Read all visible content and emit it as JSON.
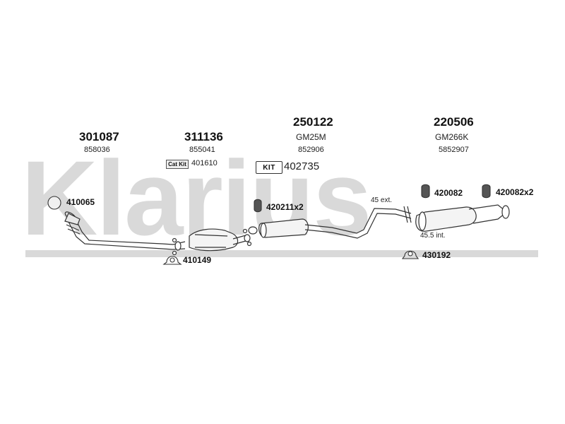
{
  "watermark": {
    "text": "Klarius",
    "color": "#d6d6d6"
  },
  "groups": [
    {
      "main": "301087",
      "sub": "858036"
    },
    {
      "main": "311136",
      "sub": "855041"
    },
    {
      "main": "250122",
      "model": "GM25M",
      "sub": "852906"
    },
    {
      "main": "220506",
      "model": "GM266K",
      "sub": "5852907"
    }
  ],
  "cat_kit": {
    "badge": "Cat Kit",
    "number": "401610"
  },
  "kit": {
    "badge": "KIT",
    "number": "402735"
  },
  "parts": {
    "ring_front": "410065",
    "clamp_front": "410149",
    "hanger_mid": "420211x2",
    "hanger_rear1": "420082",
    "hanger_rear2": "420082x2",
    "clamp_rear": "430192"
  },
  "dimensions": {
    "ext": "45 ext.",
    "int": "45.5 int."
  }
}
